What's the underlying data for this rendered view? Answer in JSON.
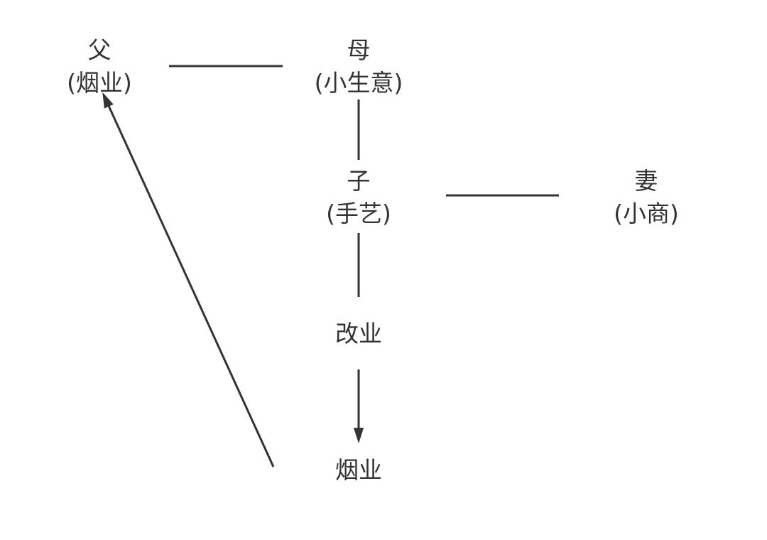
{
  "nodes": {
    "father": {
      "name": "父",
      "occupation": "(烟业)"
    },
    "mother": {
      "name": "母",
      "occupation": "(小生意)"
    },
    "son": {
      "name": "子",
      "occupation": "(手艺)"
    },
    "wife": {
      "name": "妻",
      "occupation": "(小商)"
    },
    "change": {
      "name": "改业"
    },
    "tobacco": {
      "name": "烟业"
    }
  },
  "colors": {
    "line": "#333333",
    "text": "#333333"
  }
}
